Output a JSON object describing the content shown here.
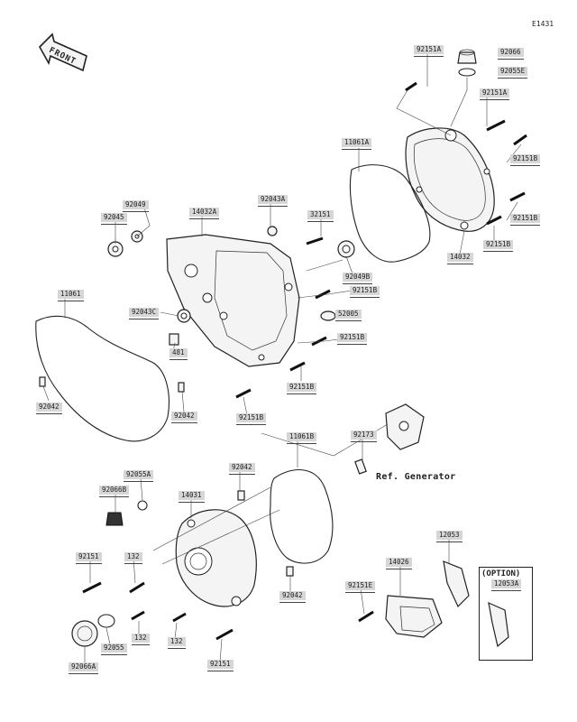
{
  "diagram_code": "E1431",
  "front_label": "FRONT",
  "ref_generator": "Ref. Generator",
  "option_label": "(OPTION)",
  "label_color": "#d6d6d6",
  "line_color": "#222222",
  "callouts": [
    {
      "id": "c1",
      "text": "92151A"
    },
    {
      "id": "c2",
      "text": "92066"
    },
    {
      "id": "c3",
      "text": "92055E"
    },
    {
      "id": "c4",
      "text": "92151A"
    },
    {
      "id": "c5",
      "text": "92151B"
    },
    {
      "id": "c6",
      "text": "92151B"
    },
    {
      "id": "c7",
      "text": "92151B"
    },
    {
      "id": "c8",
      "text": "14032"
    },
    {
      "id": "c9",
      "text": "11061A"
    },
    {
      "id": "c10",
      "text": "92049"
    },
    {
      "id": "c11",
      "text": "92045"
    },
    {
      "id": "c12",
      "text": "14032A"
    },
    {
      "id": "c13",
      "text": "92043A"
    },
    {
      "id": "c14",
      "text": "32151"
    },
    {
      "id": "c15",
      "text": "92049B"
    },
    {
      "id": "c16",
      "text": "92151B"
    },
    {
      "id": "c17",
      "text": "92043C"
    },
    {
      "id": "c18",
      "text": "11061"
    },
    {
      "id": "c19",
      "text": "481"
    },
    {
      "id": "c20",
      "text": "52005"
    },
    {
      "id": "c21",
      "text": "92151B"
    },
    {
      "id": "c22",
      "text": "92151B"
    },
    {
      "id": "c23",
      "text": "92042"
    },
    {
      "id": "c24",
      "text": "92042"
    },
    {
      "id": "c25",
      "text": "92151B"
    },
    {
      "id": "c26",
      "text": "11061B"
    },
    {
      "id": "c27",
      "text": "92173"
    },
    {
      "id": "c28",
      "text": "92055A"
    },
    {
      "id": "c29",
      "text": "92042"
    },
    {
      "id": "c30",
      "text": "92066B"
    },
    {
      "id": "c31",
      "text": "14031"
    },
    {
      "id": "c32",
      "text": "92151"
    },
    {
      "id": "c33",
      "text": "132"
    },
    {
      "id": "c34",
      "text": "12053"
    },
    {
      "id": "c35",
      "text": "14026"
    },
    {
      "id": "c36",
      "text": "92042"
    },
    {
      "id": "c37",
      "text": "92151E"
    },
    {
      "id": "c38",
      "text": "12053A"
    },
    {
      "id": "c39",
      "text": "132"
    },
    {
      "id": "c40",
      "text": "132"
    },
    {
      "id": "c41",
      "text": "92055"
    },
    {
      "id": "c42",
      "text": "92066A"
    },
    {
      "id": "c43",
      "text": "92151"
    }
  ]
}
